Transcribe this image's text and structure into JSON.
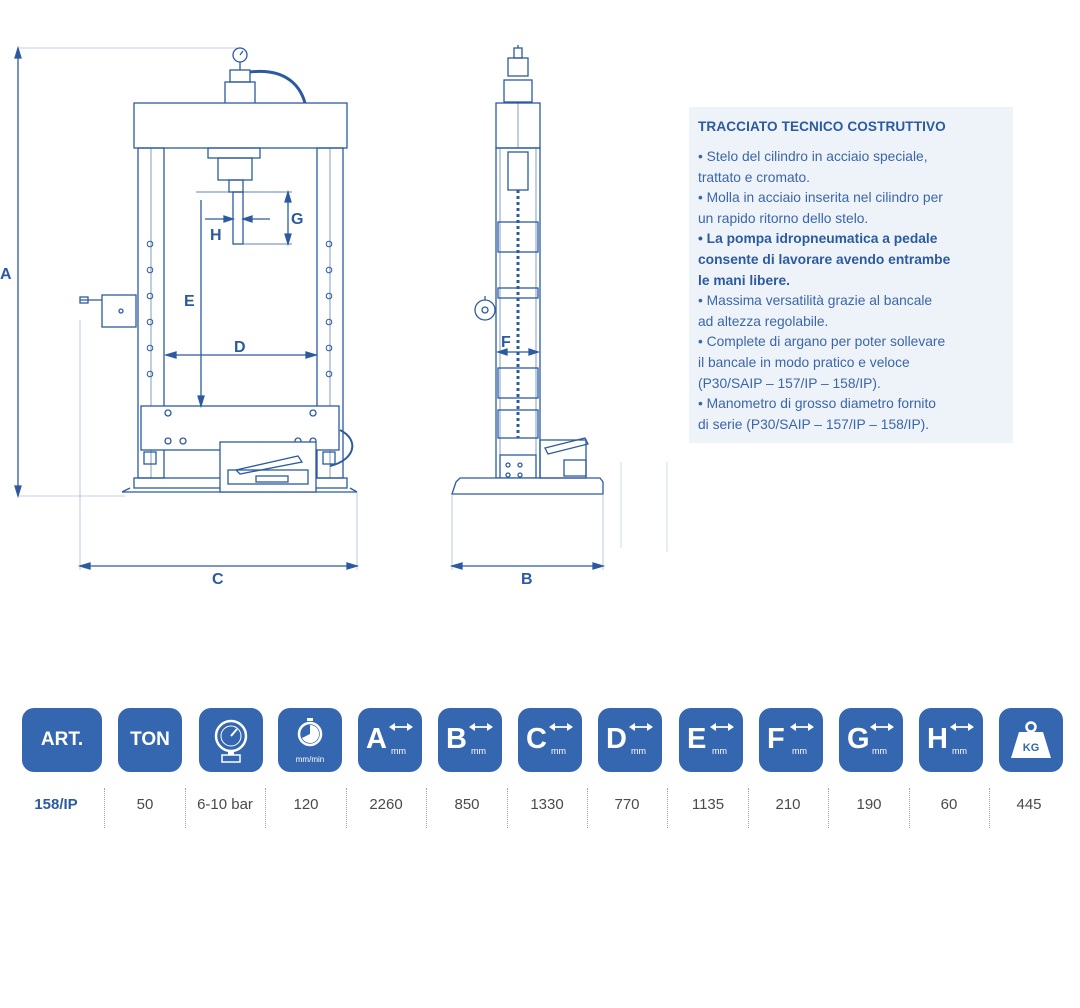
{
  "drawing": {
    "dimension_labels": {
      "a": "A",
      "b": "B",
      "c": "C",
      "d": "D",
      "e": "E",
      "f": "F",
      "g": "G",
      "h": "H"
    }
  },
  "info": {
    "title": "TRACCIATO TECNICO COSTRUTTIVO",
    "lines": [
      {
        "text": "• Stelo del cilindro in acciaio speciale,",
        "bold": false
      },
      {
        "text": "trattato e cromato.",
        "bold": false
      },
      {
        "text": "• Molla in acciaio inserita nel cilindro per",
        "bold": false
      },
      {
        "text": "un rapido ritorno dello stelo.",
        "bold": false
      },
      {
        "text": "• La pompa idropneumatica a pedale",
        "bold": true
      },
      {
        "text": "consente di lavorare avendo entrambe",
        "bold": true
      },
      {
        "text": "le mani libere.",
        "bold": true
      },
      {
        "text": "• Massima versatilità grazie al bancale",
        "bold": false
      },
      {
        "text": "ad altezza regolabile.",
        "bold": false
      },
      {
        "text": "• Complete di argano per poter sollevare",
        "bold": false
      },
      {
        "text": "il bancale in modo pratico e veloce",
        "bold": false
      },
      {
        "text": "(P30/SAIP – 157/IP – 158/IP).",
        "bold": false
      },
      {
        "text": "• Manometro di grosso diametro fornito",
        "bold": false
      },
      {
        "text": "di serie (P30/SAIP – 157/IP – 158/IP).",
        "bold": false
      }
    ]
  },
  "specs": {
    "accent_color": "#3567b0",
    "headers": {
      "art": "ART.",
      "ton": "TON",
      "pressure_icon": "pressure-gauge-icon",
      "speed_icon": "stopwatch-icon",
      "speed_unit": "mm/min",
      "a": "A",
      "b": "B",
      "c": "C",
      "d": "D",
      "e": "E",
      "f": "F",
      "g": "G",
      "h": "H",
      "mm": "mm",
      "weight": "KG"
    },
    "values": {
      "art": "158/IP",
      "ton": "50",
      "pressure": "6-10 bar",
      "speed": "120",
      "a": "2260",
      "b": "850",
      "c": "1330",
      "d": "770",
      "e": "1135",
      "f": "210",
      "g": "190",
      "h": "60",
      "weight": "445"
    }
  }
}
